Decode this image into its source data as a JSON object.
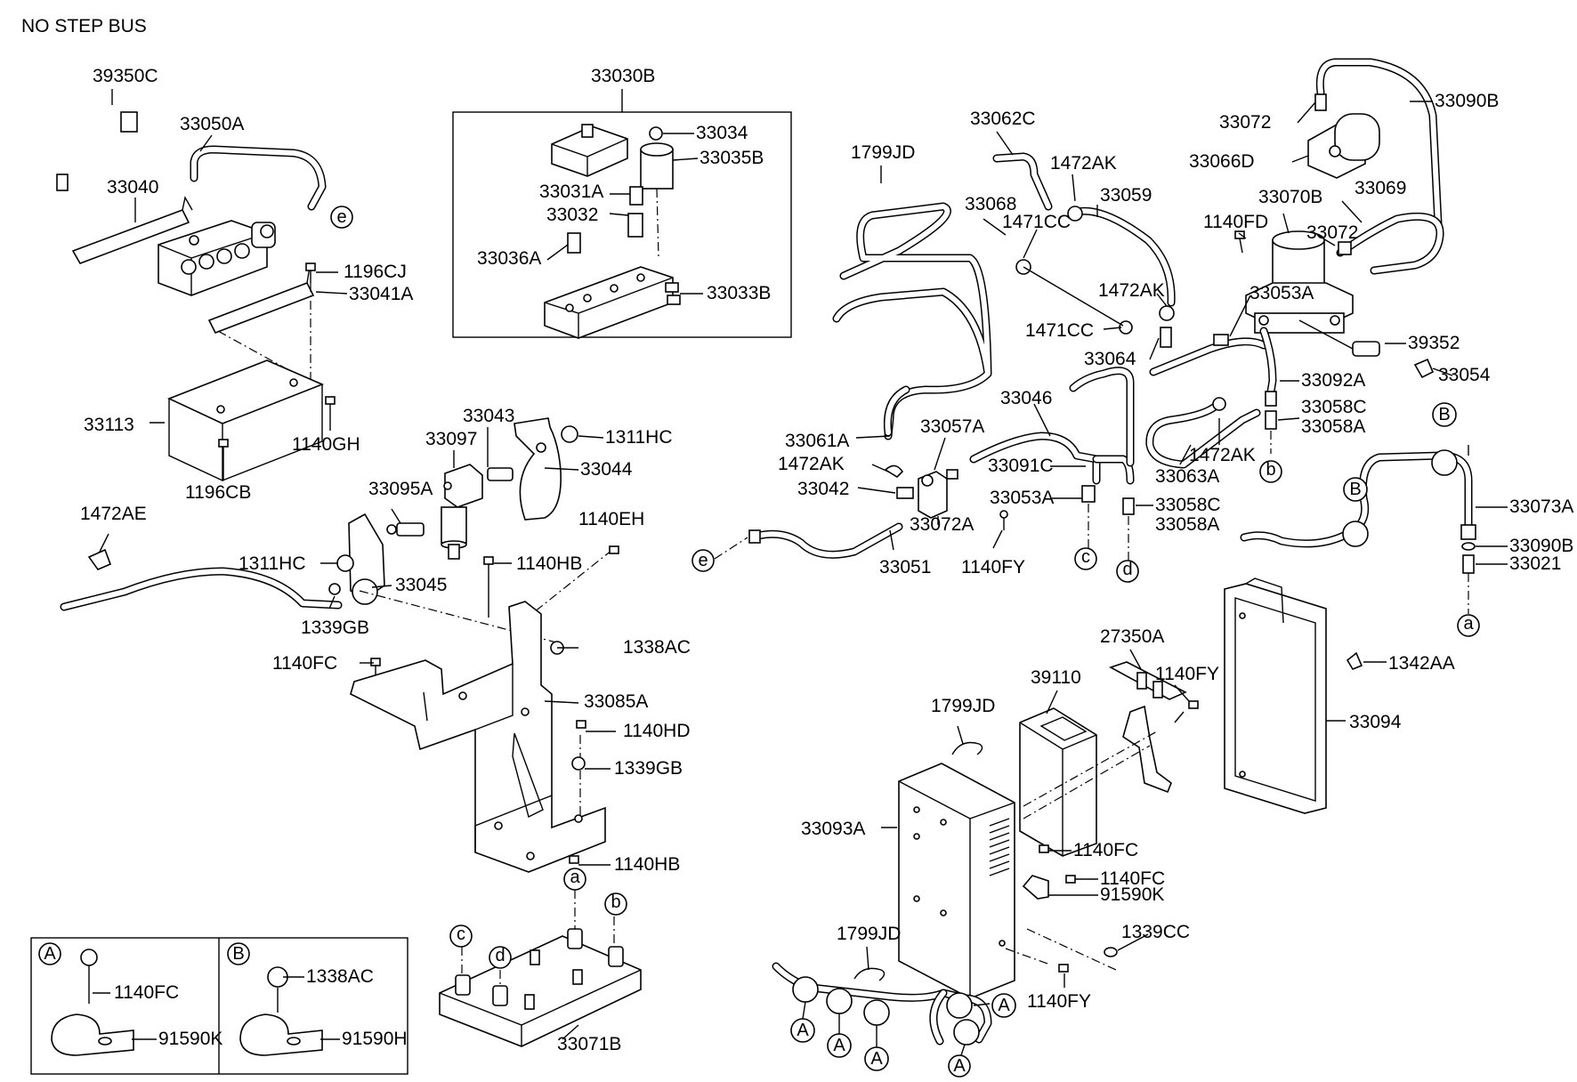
{
  "title": "NO STEP BUS",
  "callouts": [
    {
      "id": "39350C",
      "text": "39350C"
    },
    {
      "id": "33050A",
      "text": "33050A"
    },
    {
      "id": "33040",
      "text": "33040"
    },
    {
      "id": "1196CJ",
      "text": "1196CJ"
    },
    {
      "id": "33041A",
      "text": "33041A"
    },
    {
      "id": "33113",
      "text": "33113"
    },
    {
      "id": "1140GH",
      "text": "1140GH"
    },
    {
      "id": "1196CB",
      "text": "1196CB"
    },
    {
      "id": "33030B",
      "text": "33030B"
    },
    {
      "id": "33034",
      "text": "33034"
    },
    {
      "id": "33035B",
      "text": "33035B"
    },
    {
      "id": "33031A",
      "text": "33031A"
    },
    {
      "id": "33032",
      "text": "33032"
    },
    {
      "id": "33036A",
      "text": "33036A"
    },
    {
      "id": "33033B",
      "text": "33033B"
    },
    {
      "id": "33043",
      "text": "33043"
    },
    {
      "id": "33097",
      "text": "33097"
    },
    {
      "id": "1311HC_a",
      "text": "1311HC"
    },
    {
      "id": "33044",
      "text": "33044"
    },
    {
      "id": "33095A",
      "text": "33095A"
    },
    {
      "id": "1140EH",
      "text": "1140EH"
    },
    {
      "id": "1472AE",
      "text": "1472AE"
    },
    {
      "id": "1311HC_b",
      "text": "1311HC"
    },
    {
      "id": "1140HB_a",
      "text": "1140HB"
    },
    {
      "id": "33045",
      "text": "33045"
    },
    {
      "id": "1339GB_a",
      "text": "1339GB"
    },
    {
      "id": "1338AC_a",
      "text": "1338AC"
    },
    {
      "id": "1140FC_a",
      "text": "1140FC"
    },
    {
      "id": "33085A",
      "text": "33085A"
    },
    {
      "id": "1140HD",
      "text": "1140HD"
    },
    {
      "id": "1339GB_b",
      "text": "1339GB"
    },
    {
      "id": "1140HB_b",
      "text": "1140HB"
    },
    {
      "id": "33071B",
      "text": "33071B"
    },
    {
      "id": "1140FC_b",
      "text": "1140FC"
    },
    {
      "id": "91590K_a",
      "text": "91590K"
    },
    {
      "id": "1338AC_b",
      "text": "1338AC"
    },
    {
      "id": "91590H",
      "text": "91590H"
    },
    {
      "id": "33062C",
      "text": "33062C"
    },
    {
      "id": "1799JD_a",
      "text": "1799JD"
    },
    {
      "id": "1472AK_a",
      "text": "1472AK"
    },
    {
      "id": "33068",
      "text": "33068"
    },
    {
      "id": "1471CC_a",
      "text": "1471CC"
    },
    {
      "id": "33059",
      "text": "33059"
    },
    {
      "id": "1472AK_b",
      "text": "1472AK"
    },
    {
      "id": "1471CC_b",
      "text": "1471CC"
    },
    {
      "id": "33064",
      "text": "33064"
    },
    {
      "id": "33046",
      "text": "33046"
    },
    {
      "id": "33061A",
      "text": "33061A"
    },
    {
      "id": "1472AK_c",
      "text": "1472AK"
    },
    {
      "id": "33057A",
      "text": "33057A"
    },
    {
      "id": "33042",
      "text": "33042"
    },
    {
      "id": "33091C",
      "text": "33091C"
    },
    {
      "id": "33053A_a",
      "text": "33053A"
    },
    {
      "id": "33072A",
      "text": "33072A"
    },
    {
      "id": "1140FY_a",
      "text": "1140FY"
    },
    {
      "id": "33051",
      "text": "33051"
    },
    {
      "id": "33058C_a",
      "text": "33058C"
    },
    {
      "id": "33058A_a",
      "text": "33058A"
    },
    {
      "id": "33072_a",
      "text": "33072"
    },
    {
      "id": "33090B_a",
      "text": "33090B"
    },
    {
      "id": "33066D",
      "text": "33066D"
    },
    {
      "id": "33070B",
      "text": "33070B"
    },
    {
      "id": "33069",
      "text": "33069"
    },
    {
      "id": "1140FD",
      "text": "1140FD"
    },
    {
      "id": "33072_b",
      "text": "33072"
    },
    {
      "id": "33053A_b",
      "text": "33053A"
    },
    {
      "id": "39352",
      "text": "39352"
    },
    {
      "id": "33054",
      "text": "33054"
    },
    {
      "id": "33092A",
      "text": "33092A"
    },
    {
      "id": "33058C_b",
      "text": "33058C"
    },
    {
      "id": "33058A_b",
      "text": "33058A"
    },
    {
      "id": "1472AK_d",
      "text": "1472AK"
    },
    {
      "id": "33063A",
      "text": "33063A"
    },
    {
      "id": "33073A",
      "text": "33073A"
    },
    {
      "id": "33090B_b",
      "text": "33090B"
    },
    {
      "id": "33021",
      "text": "33021"
    },
    {
      "id": "27350A",
      "text": "27350A"
    },
    {
      "id": "39110",
      "text": "39110"
    },
    {
      "id": "1140FY_b",
      "text": "1140FY"
    },
    {
      "id": "1342AA",
      "text": "1342AA"
    },
    {
      "id": "33094",
      "text": "33094"
    },
    {
      "id": "1799JD_b",
      "text": "1799JD"
    },
    {
      "id": "33093A",
      "text": "33093A"
    },
    {
      "id": "1140FC_c",
      "text": "1140FC"
    },
    {
      "id": "1140FC_d",
      "text": "1140FC"
    },
    {
      "id": "91590K_b",
      "text": "91590K"
    },
    {
      "id": "1799JD_c",
      "text": "1799JD"
    },
    {
      "id": "1339CC",
      "text": "1339CC"
    },
    {
      "id": "1140FY_c",
      "text": "1140FY"
    }
  ],
  "connector_markers": {
    "a": "a",
    "b": "b",
    "c": "c",
    "d": "d",
    "e": "e",
    "A": "A",
    "B": "B"
  }
}
